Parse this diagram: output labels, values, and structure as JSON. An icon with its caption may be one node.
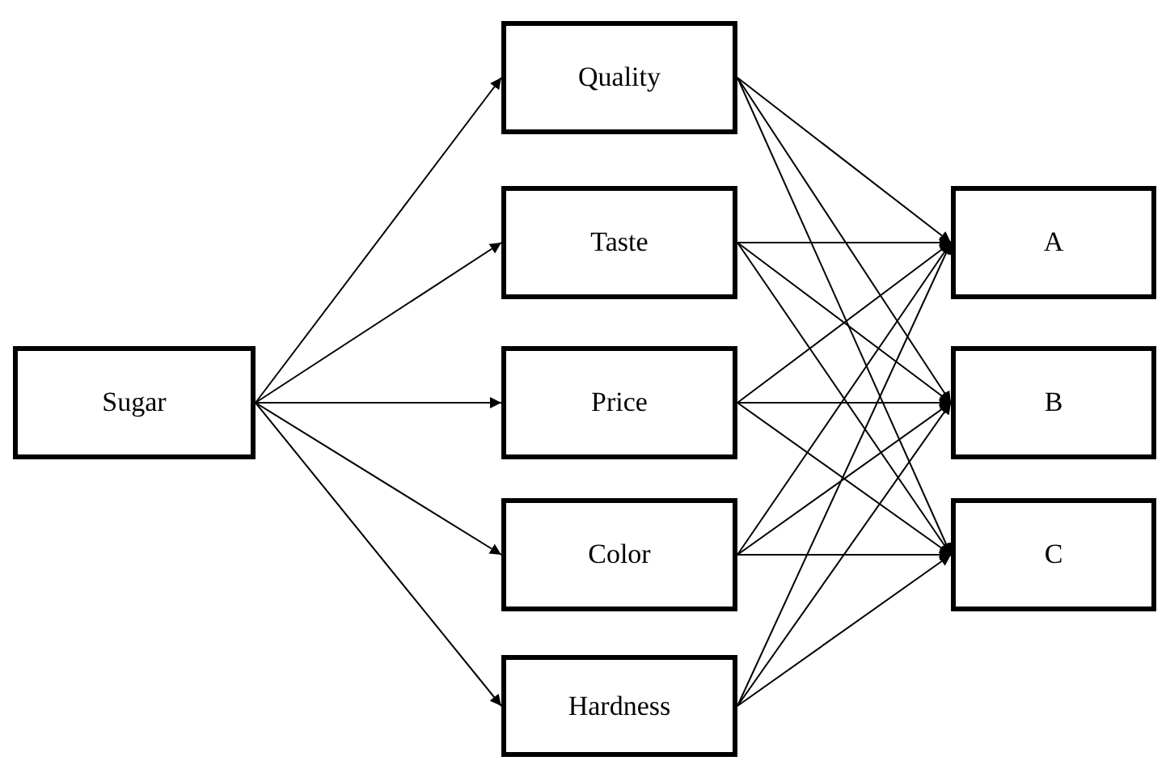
{
  "diagram": {
    "nodes": [
      {
        "text": [
          "Sugar"
        ]
      },
      {
        "text": [
          "Quality"
        ]
      },
      {
        "text": [
          "Taste"
        ]
      },
      {
        "text": [
          "Price"
        ]
      },
      {
        "text": [
          "Color"
        ]
      },
      {
        "text": [
          "Hardness"
        ]
      },
      {
        "text": [
          "A"
        ]
      },
      {
        "text": [
          "B"
        ]
      },
      {
        "text": [
          "C"
        ]
      }
    ],
    "edges": [
      {
        "from": 0,
        "to": 1,
        "arrow": "to"
      },
      {
        "from": 0,
        "to": 2,
        "arrow": "to"
      },
      {
        "from": 0,
        "to": 3,
        "arrow": "to"
      },
      {
        "from": 0,
        "to": 4,
        "arrow": "to"
      },
      {
        "from": 0,
        "to": 5,
        "arrow": "to"
      },
      {
        "from": 1,
        "to": 6,
        "arrow": "to"
      },
      {
        "from": 1,
        "to": 7,
        "arrow": "to"
      },
      {
        "from": 1,
        "to": 8,
        "arrow": "to"
      },
      {
        "from": 2,
        "to": 6,
        "arrow": "to"
      },
      {
        "from": 2,
        "to": 7,
        "arrow": "to"
      },
      {
        "from": 2,
        "to": 8,
        "arrow": "to"
      },
      {
        "from": 3,
        "to": 6,
        "arrow": "to"
      },
      {
        "from": 3,
        "to": 7,
        "arrow": "to"
      },
      {
        "from": 3,
        "to": 8,
        "arrow": "to"
      },
      {
        "from": 4,
        "to": 6,
        "arrow": "to"
      },
      {
        "from": 4,
        "to": 7,
        "arrow": "to"
      },
      {
        "from": 4,
        "to": 8,
        "arrow": "to"
      },
      {
        "from": 5,
        "to": 6,
        "arrow": "to"
      },
      {
        "from": 5,
        "to": 7,
        "arrow": "to"
      },
      {
        "from": 5,
        "to": 8,
        "arrow": "to"
      }
    ]
  }
}
